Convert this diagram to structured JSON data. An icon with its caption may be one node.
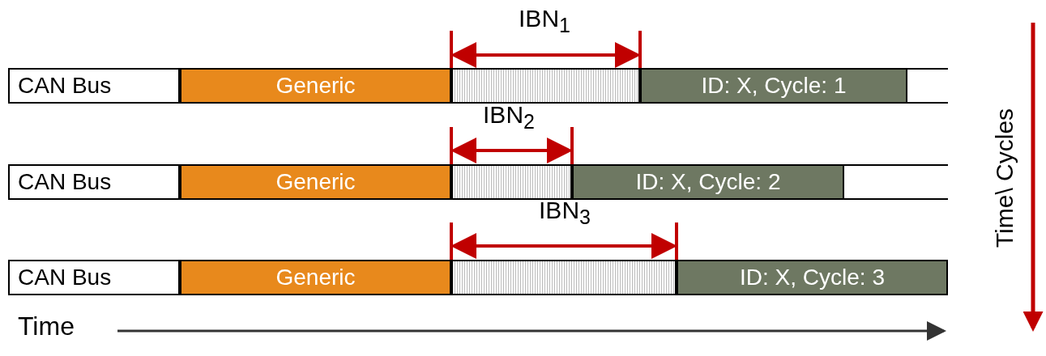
{
  "diagram": {
    "nodes": [
      {
        "text": [
          "CAN Bus"
        ]
      },
      {
        "text": [
          "Generic"
        ]
      },
      {
        "text": [],
        "shape": "bar"
      },
      {
        "text": [
          "ID: X, Cycle: 1"
        ]
      },
      {
        "text": [
          "CAN Bus"
        ]
      },
      {
        "text": [
          "Generic"
        ]
      },
      {
        "text": [],
        "shape": "bar"
      },
      {
        "text": [
          "ID: X, Cycle: 2"
        ]
      },
      {
        "text": [
          "CAN Bus"
        ]
      },
      {
        "text": [
          "Generic"
        ]
      },
      {
        "text": [],
        "shape": "bar"
      },
      {
        "text": [
          "ID: X, Cycle: 3"
        ]
      }
    ],
    "labels": [
      "IBN$_{1}$",
      "IBN$_{2}$",
      "IBN$_{3}$",
      "Time",
      "Time\\ Cycles"
    ]
  }
}
